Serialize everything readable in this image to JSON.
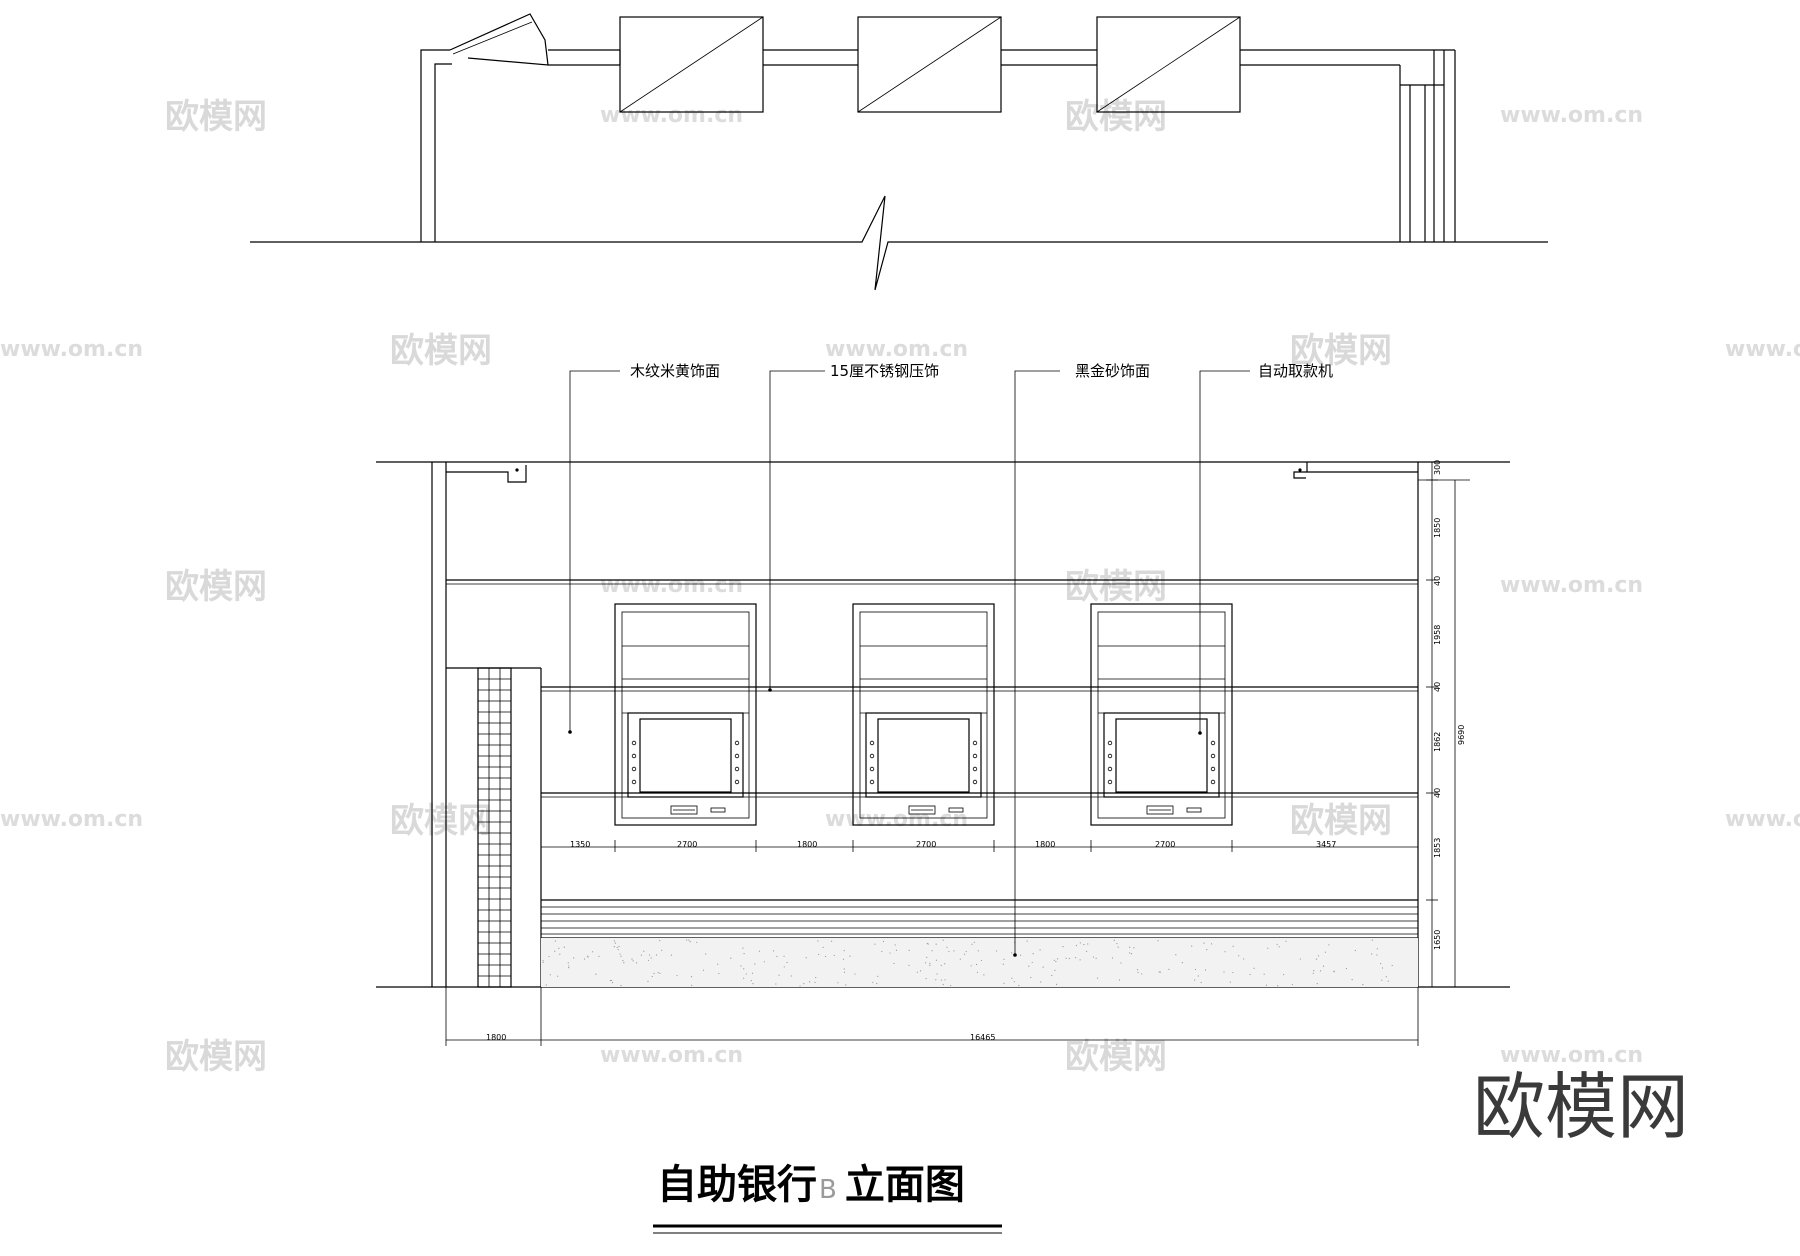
{
  "labels": {
    "wood_veneer": "木纹米黄饰面",
    "steel_trim": "15厘不锈钢压饰",
    "black_granite": "黑金砂饰面",
    "atm": "自动取款机"
  },
  "dimensions": {
    "d1350": "1350",
    "d2700a": "2700",
    "d1800a": "1800",
    "d2700b": "2700",
    "d1800b": "1800",
    "d2700c": "2700",
    "d3457": "3457",
    "d1800_bottom": "1800",
    "d16465": "16465",
    "v300": "300",
    "v1850": "1850",
    "v40a": "40",
    "v1958": "1958",
    "v40b": "40",
    "v1862": "1862",
    "v40c": "40",
    "v1853": "1853",
    "v1650": "1650",
    "v9690": "9690"
  },
  "title": {
    "main": "自助银行",
    "suffix": "B",
    "rest": "立面图"
  },
  "watermark": {
    "cn": "欧模网",
    "url": "www.om.cn",
    "corner": "欧模网"
  },
  "colors": {
    "line": "#000000",
    "watermark": "#d9d9d9",
    "corner_watermark": "#3a3a3a"
  }
}
